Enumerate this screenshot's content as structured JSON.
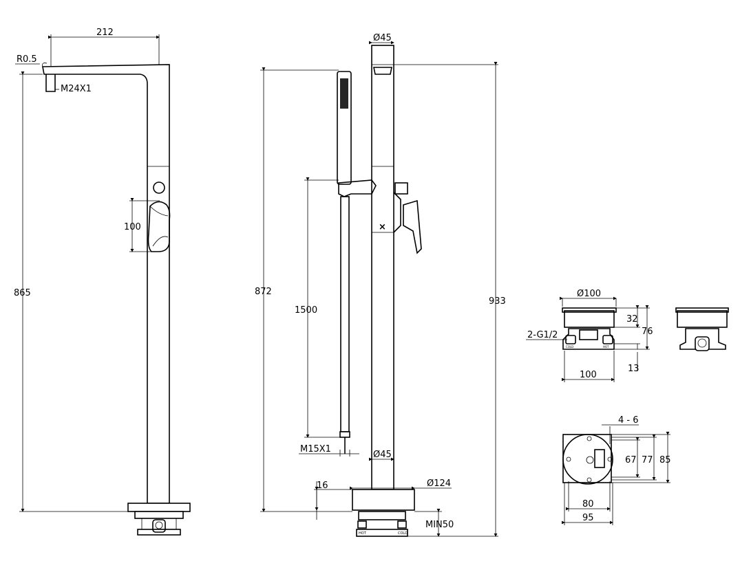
{
  "views": {
    "side": {
      "width": "212",
      "radius": "R0.5",
      "thread": "M24X1",
      "height": "865",
      "handle": "100"
    },
    "front": {
      "top_dia": "Ø45",
      "rail_height": "872",
      "rail_length": "1500",
      "hose_thread": "M15X1",
      "pipe_dia": "Ø45",
      "base_thick": "16",
      "base_dia": "Ø124",
      "install": "MIN50",
      "total_height": "933",
      "hot_mark": "HOT",
      "cold_mark": "COLD"
    },
    "box_side": {
      "dia": "Ø100",
      "h1": "32",
      "h2": "76",
      "inlet": "2-G1/2",
      "h3": "13",
      "width": "100",
      "cold_mark": "COLD",
      "hot_mark": "HOT"
    },
    "box_plan": {
      "holes": "4 - 6",
      "d1": "67",
      "d2": "77",
      "d3": "85",
      "w1": "80",
      "w2": "95"
    }
  }
}
